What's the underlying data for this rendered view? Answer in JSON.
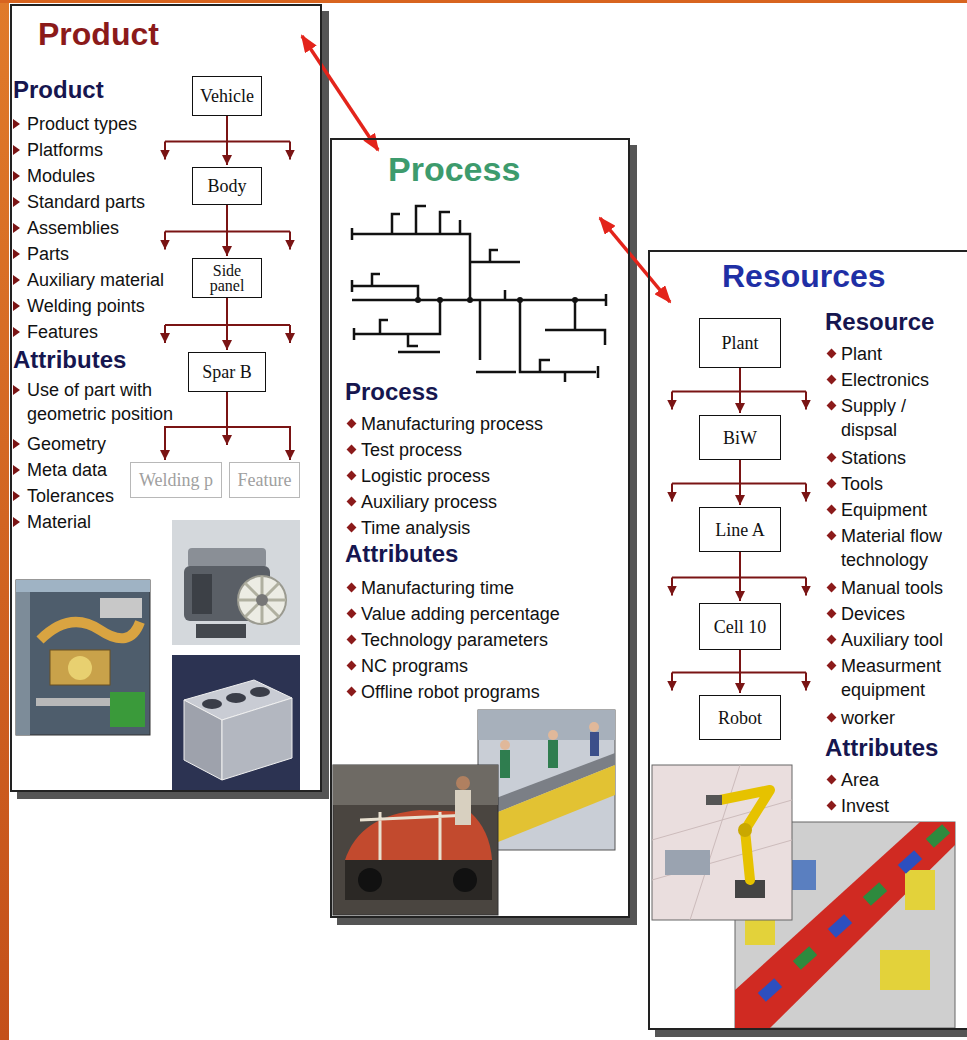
{
  "diagram": {
    "nodes": [
      {
        "text": [
          "Product",
          "Product",
          "Product types",
          "Platforms",
          "Modules",
          "Standard parts",
          "Assemblies",
          "Parts",
          "Auxiliary material",
          "Welding points",
          "Features",
          "Attributes",
          "Use of part with geometric position",
          "Geometry",
          "Meta data",
          "Tolerances",
          "Material"
        ]
      },
      {
        "text": [
          "Vehicle"
        ],
        "in": 0
      },
      {
        "text": [
          "Body"
        ],
        "in": 0
      },
      {
        "text": [
          "Side panel"
        ],
        "in": 0
      },
      {
        "text": [
          "Spar B"
        ],
        "in": 0
      },
      {
        "text": [
          "Welding p"
        ],
        "in": 0
      },
      {
        "text": [
          "Feature"
        ],
        "in": 0
      },
      {
        "text": [
          "Process",
          "Process",
          "Manufacturing process",
          "Test process",
          "Logistic process",
          "Auxiliary process",
          "Time analysis",
          "Attributes",
          "Manufacturing time",
          "Value adding percentage",
          "Technology parameters",
          "NC programs",
          "Offline robot programs"
        ]
      },
      {
        "text": [
          "Resources",
          "Resource",
          "Plant",
          "Electronics",
          "Supply / dispsal",
          "Stations",
          "Tools",
          "Equipment",
          "Material flow technology",
          "Manual tools",
          "Devices",
          "Auxiliary tool",
          "Measurment equipment",
          "worker",
          "Attributes",
          "Area",
          "Invest"
        ]
      },
      {
        "text": [
          "Plant"
        ],
        "in": 8
      },
      {
        "text": [
          "BiW"
        ],
        "in": 8
      },
      {
        "text": [
          "Line A"
        ],
        "in": 8
      },
      {
        "text": [
          "Cell 10"
        ],
        "in": 8
      },
      {
        "text": [
          "Robot"
        ],
        "in": 8
      }
    ],
    "edges": [
      {
        "from": 0,
        "to": 7,
        "arrow": "both"
      },
      {
        "from": 7,
        "to": 8,
        "arrow": "both"
      },
      {
        "from": 1,
        "to": 2,
        "arrow": "to"
      },
      {
        "from": 2,
        "to": 3,
        "arrow": "to"
      },
      {
        "from": 3,
        "to": 4,
        "arrow": "to"
      },
      {
        "from": 4,
        "to": 5,
        "arrow": "to"
      },
      {
        "from": 4,
        "to": 6,
        "arrow": "to"
      },
      {
        "from": 9,
        "to": 10,
        "arrow": "to"
      },
      {
        "from": 10,
        "to": 11,
        "arrow": "to"
      },
      {
        "from": 11,
        "to": 12,
        "arrow": "to"
      },
      {
        "from": 12,
        "to": 13,
        "arrow": "to"
      }
    ]
  }
}
